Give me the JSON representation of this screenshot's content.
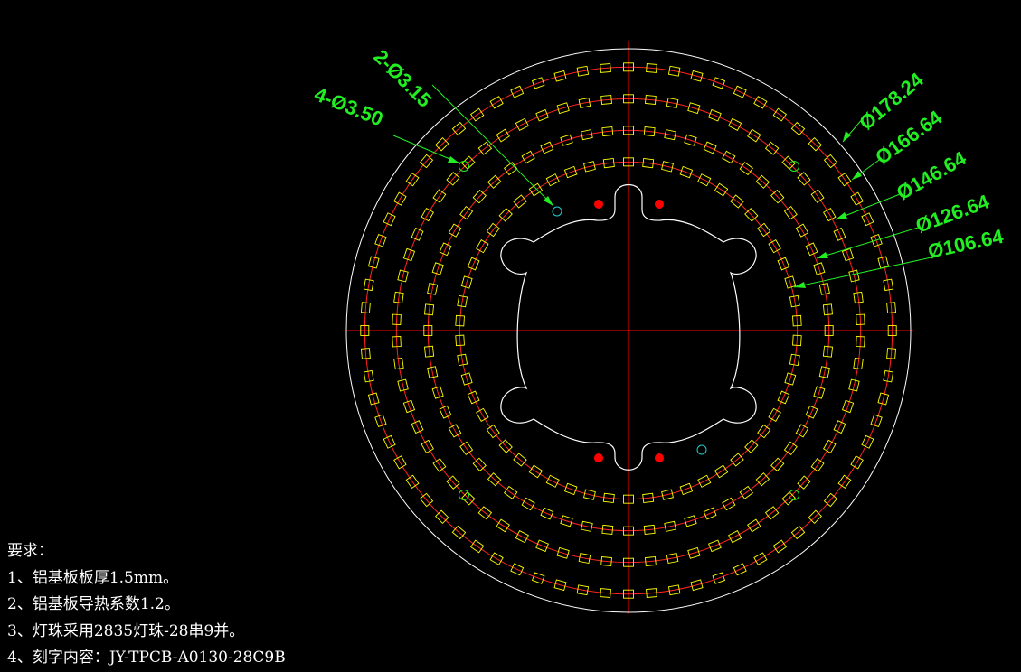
{
  "drawing": {
    "colors": {
      "background": "#000000",
      "outline": "#ffffff",
      "centerline": "#ff0000",
      "led_circle": "#ff2222",
      "led_pad": "#ffff00",
      "dimension": "#22ee22",
      "hole_large": "#22ee22",
      "hole_small": "#22cccc",
      "marker": "#ff0000"
    },
    "dimensions": [
      {
        "label": "2-Ø3.15"
      },
      {
        "label": "4-Ø3.50"
      },
      {
        "label": "Ø178.24"
      },
      {
        "label": "Ø166.64"
      },
      {
        "label": "Ø146.64"
      },
      {
        "label": "Ø126.64"
      },
      {
        "label": "Ø106.64"
      }
    ],
    "led_rings": [
      {
        "diameter": 166.64,
        "count": 72
      },
      {
        "diameter": 146.64,
        "count": 66
      },
      {
        "diameter": 126.64,
        "count": 60
      },
      {
        "diameter": 106.64,
        "count": 54
      }
    ],
    "outer_diameter": 178.24
  },
  "notes": {
    "title": "要求：",
    "items": [
      "1、铝基板板厚1.5mm。",
      "2、铝基板导热系数1.2。",
      "3、灯珠采用2835灯珠-28串9并。",
      "4、刻字内容：JY-TPCB-A0130-28C9B"
    ]
  }
}
